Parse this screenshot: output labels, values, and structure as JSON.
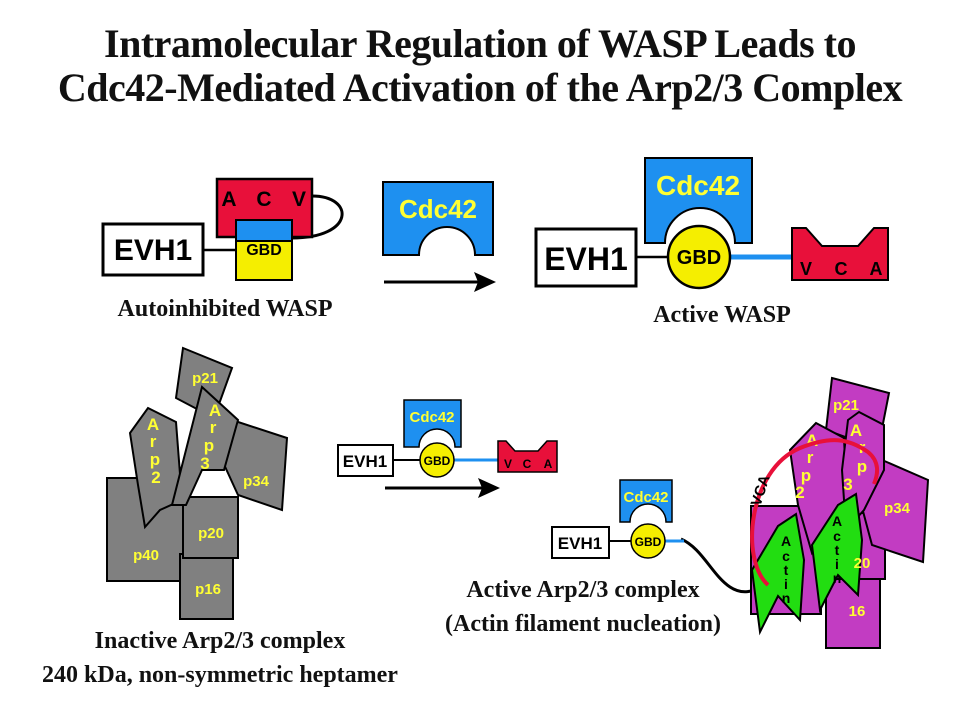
{
  "title": {
    "line1": "Intramolecular Regulation of WASP Leads to",
    "line2": "Cdc42-Mediated Activation of the Arp2/3 Complex"
  },
  "wasp_domains": {
    "evh1": "EVH1",
    "gbd": "GBD",
    "cdc42": "Cdc42",
    "a": "A",
    "c": "C",
    "v": "V",
    "vca": "VCA"
  },
  "arp_subunits": {
    "arp2": [
      "A",
      "r",
      "p",
      "2"
    ],
    "arp3": [
      "A",
      "r",
      "p",
      "3"
    ],
    "actin": [
      "A",
      "c",
      "t",
      "i",
      "n"
    ],
    "p21": "p21",
    "p34": "p34",
    "p20": "p20",
    "p20_partial": "20",
    "p40": "p40",
    "p16": "p16",
    "p16_partial": "16"
  },
  "captions": {
    "autoinhibited": "Autoinhibited WASP",
    "active_wasp": "Active WASP",
    "inactive_line1": "Inactive Arp2/3 complex",
    "inactive_line2": "240 kDa, non-symmetric heptamer",
    "active_line1": "Active Arp2/3 complex",
    "active_line2": "(Actin filament nucleation)"
  },
  "colors": {
    "cdc42_blue": "#1e90f0",
    "gbd_yellow": "#f5ee00",
    "vca_red": "#e8103a",
    "arp_gray": "#808080",
    "arp_magenta": "#c23cc2",
    "actin_green": "#22dd11",
    "label_yellow": "#ffff33"
  }
}
